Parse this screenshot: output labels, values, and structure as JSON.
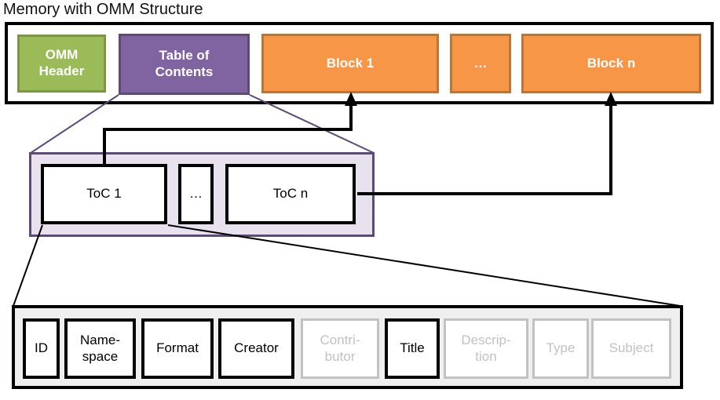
{
  "title": "Memory with OMM Structure",
  "colors": {
    "green_fill": "#9bbb59",
    "green_border": "#7b9746",
    "purple_fill": "#8064a2",
    "purple_border": "#5e4a77",
    "orange_fill": "#f79646",
    "orange_border": "#bc7532",
    "toc_panel_fill": "#e7e2ee",
    "toc_panel_border": "#5e4a77",
    "detail_fill": "#efefef",
    "inactive_gray": "#c2c2c2"
  },
  "memory_row": {
    "omm_header": "OMM\nHeader",
    "table_of_contents": "Table of\nContents",
    "block_1": "Block 1",
    "block_dots": "…",
    "block_n": "Block n"
  },
  "toc_row": {
    "toc_1": "ToC 1",
    "toc_dots": "…",
    "toc_n": "ToC n"
  },
  "fields": [
    {
      "label": "ID",
      "active": true
    },
    {
      "label": "Name-\nspace",
      "active": true
    },
    {
      "label": "Format",
      "active": true
    },
    {
      "label": "Creator",
      "active": true
    },
    {
      "label": "Contri-\nbutor",
      "active": false
    },
    {
      "label": "Title",
      "active": true
    },
    {
      "label": "Descrip-\ntion",
      "active": false
    },
    {
      "label": "Type",
      "active": false
    },
    {
      "label": "Subject",
      "active": false
    }
  ]
}
